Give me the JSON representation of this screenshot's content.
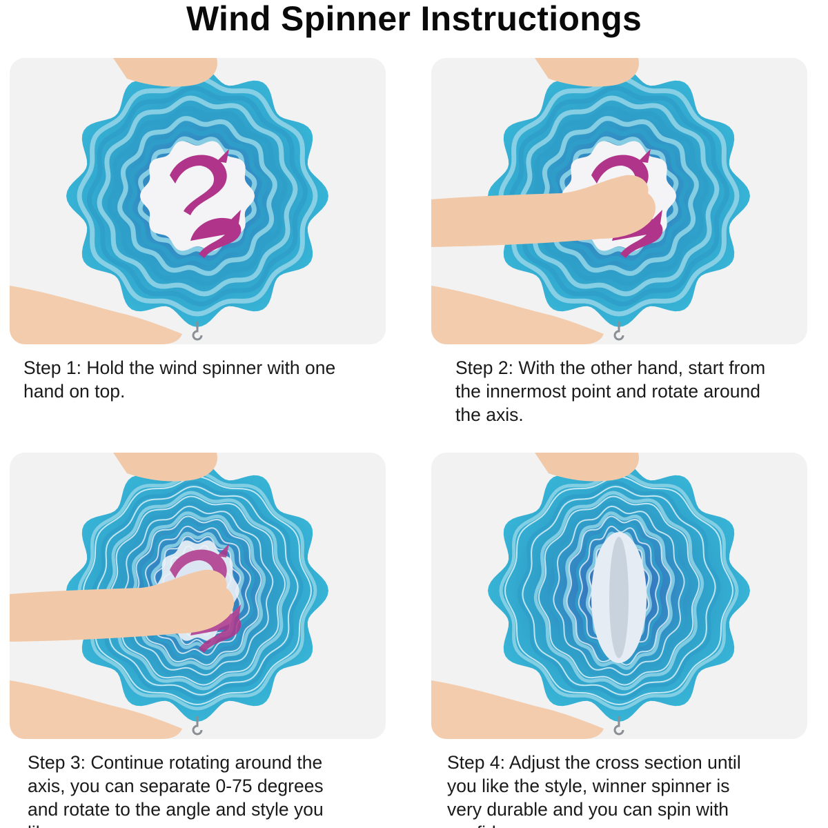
{
  "title": "Wind Spinner Instructiongs",
  "steps": [
    {
      "text": "Step 1: Hold the wind  spinner with one\n hand on top."
    },
    {
      "text": "Step 2: With the other hand, start from\nthe innermost point and rotate around\nthe axis."
    },
    {
      "text": "Step 3: Continue rotating around the\naxis, you can separate 0-75 degrees\nand rotate to the angle and style you\nlike."
    },
    {
      "text": "Step 4: Adjust the cross section until\nyou like the style, winner spinner is\nvery durable and you can spin with\nconfidence."
    }
  ],
  "colors": {
    "spinner_outer": "#2f9fc9",
    "spinner_light": "#8fd3e6",
    "spinner_deep": "#3a5fb8",
    "dolphin": "#b0358a",
    "skin": "#f1c9a8",
    "photo_bg": "#f2f2f2"
  },
  "icons": [
    "dolphin-icon",
    "hand-icon",
    "wind-spinner-icon",
    "hook-icon"
  ]
}
